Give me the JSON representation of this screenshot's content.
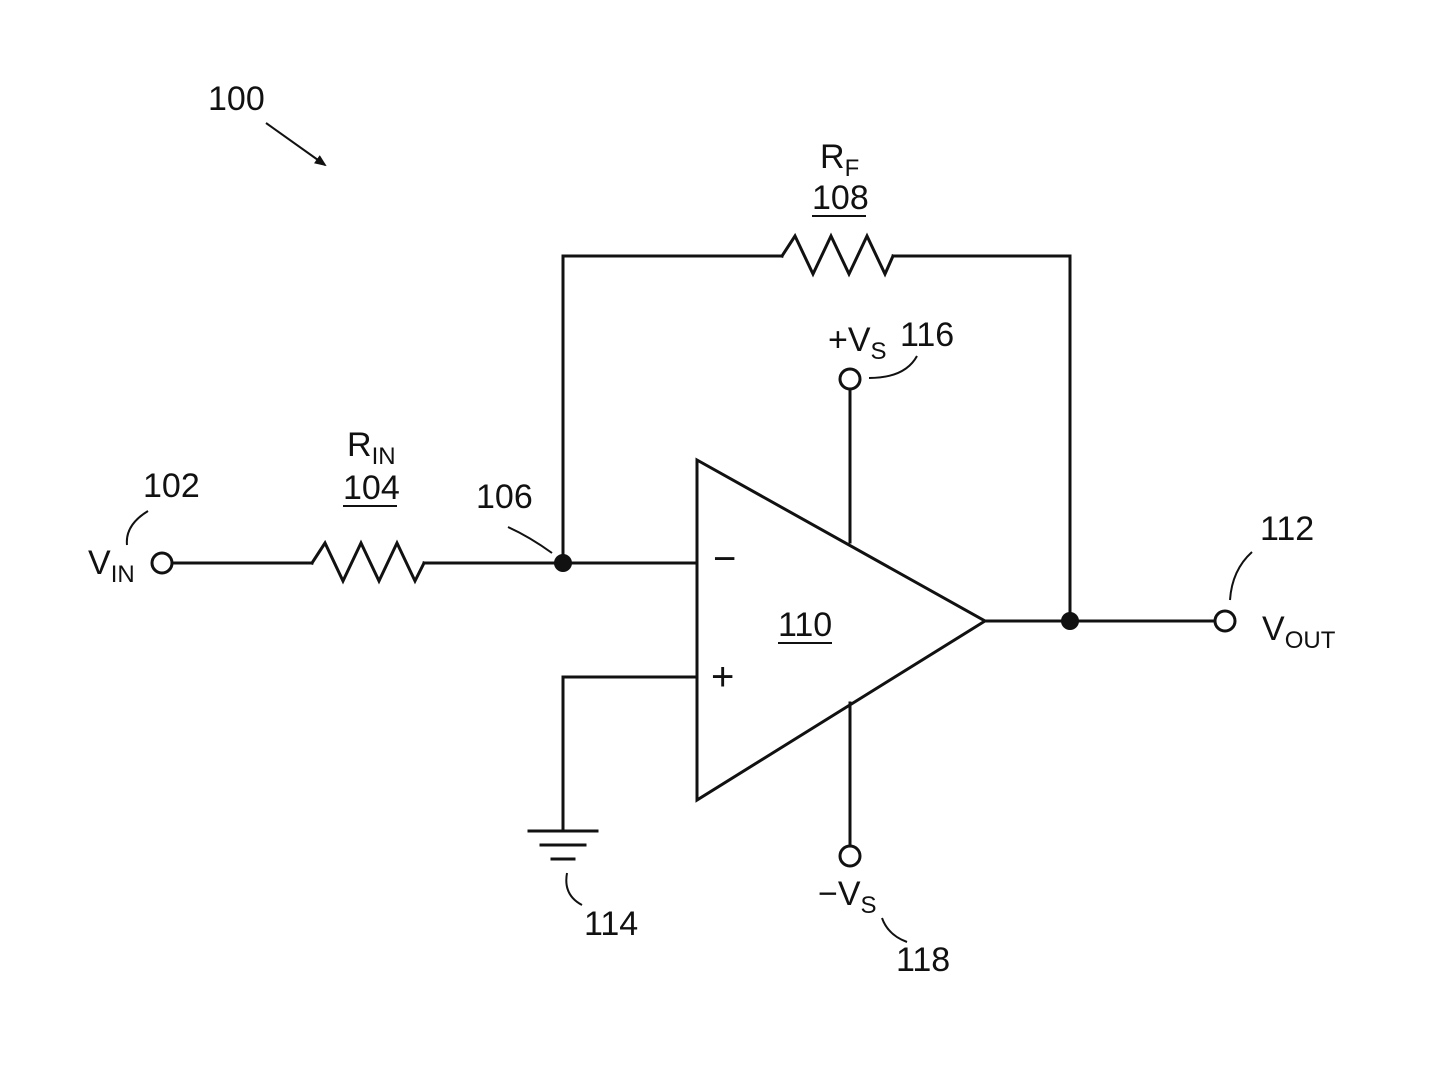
{
  "figure_ref": "100",
  "input": {
    "ref": "102",
    "label_main": "V",
    "label_sub": "IN"
  },
  "input_resistor": {
    "label_main": "R",
    "label_sub": "IN",
    "ref": "104"
  },
  "inverting_node_ref": "106",
  "feedback_resistor": {
    "label_main": "R",
    "label_sub": "F",
    "ref": "108"
  },
  "op_amp": {
    "ref": "110",
    "minus_symbol": "−",
    "plus_symbol": "+"
  },
  "output": {
    "ref": "112",
    "label_main": "V",
    "label_sub": "OUT"
  },
  "ground_ref": "114",
  "positive_supply": {
    "ref": "116",
    "label_main": "+V",
    "label_sub": "S"
  },
  "negative_supply": {
    "ref": "118",
    "label_main": "−V",
    "label_sub": "S"
  }
}
